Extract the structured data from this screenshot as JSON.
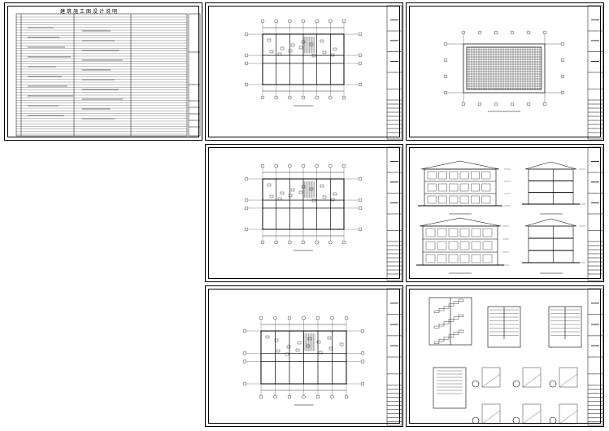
{
  "sheets": [
    {
      "id": "design-notes",
      "title": "建筑施工图设计说明"
    },
    {
      "id": "floor-plan-1"
    },
    {
      "id": "roof-plan"
    },
    {
      "id": "floor-plan-2"
    },
    {
      "id": "elevations-sections"
    },
    {
      "id": "floor-plan-3"
    },
    {
      "id": "stair-details"
    }
  ]
}
